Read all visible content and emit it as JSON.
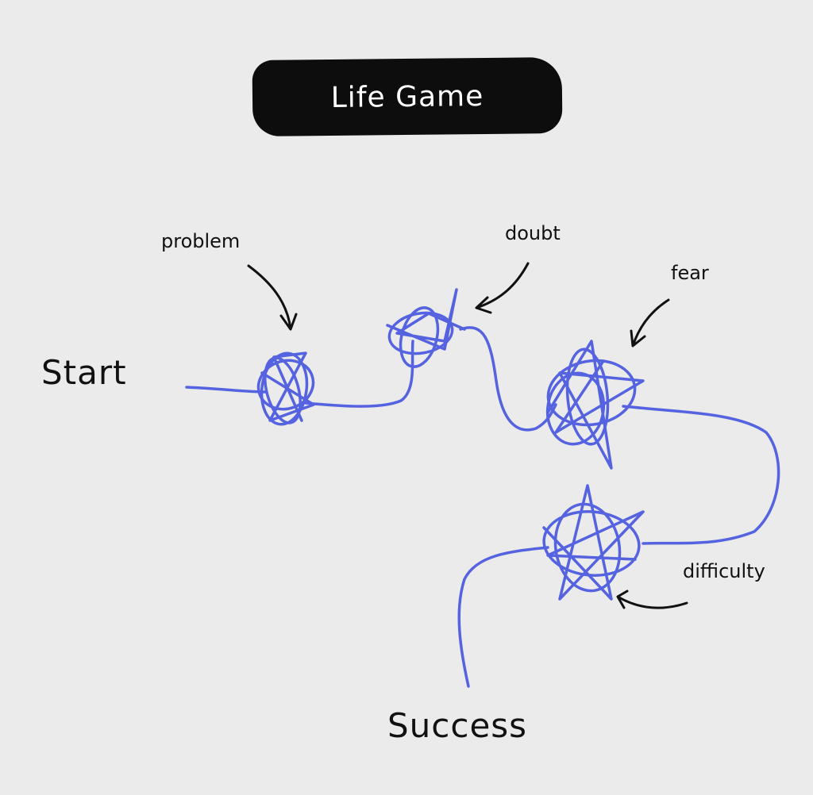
{
  "title": "Life Game",
  "start_label": "Start",
  "end_label": "Success",
  "obstacles": [
    {
      "label": "problem"
    },
    {
      "label": "doubt"
    },
    {
      "label": "fear"
    },
    {
      "label": "difficulty"
    }
  ],
  "colors": {
    "path": "#5563e0",
    "ink": "#111111",
    "background": "#ebebeb",
    "title_bg": "#0d0d0d"
  }
}
